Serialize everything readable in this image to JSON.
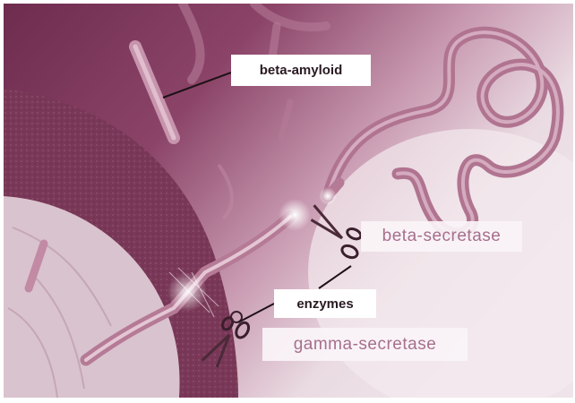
{
  "labels": {
    "beta_amyloid": "beta-amyloid",
    "beta_secretase": "beta-secretase",
    "enzymes": "enzymes",
    "gamma_secretase": "gamma-secretase"
  },
  "colors": {
    "background": "#8a3f66",
    "background_light": "#eee0e7",
    "membrane": "#7d3a5a",
    "cell_interior": "#d7bfcb",
    "protein": "#b77a98",
    "label_text_dark": "#2a1a22",
    "label_text_pale": "#a76f8d"
  },
  "icons": [
    "scissors-icon-beta",
    "scissors-icon-gamma"
  ]
}
